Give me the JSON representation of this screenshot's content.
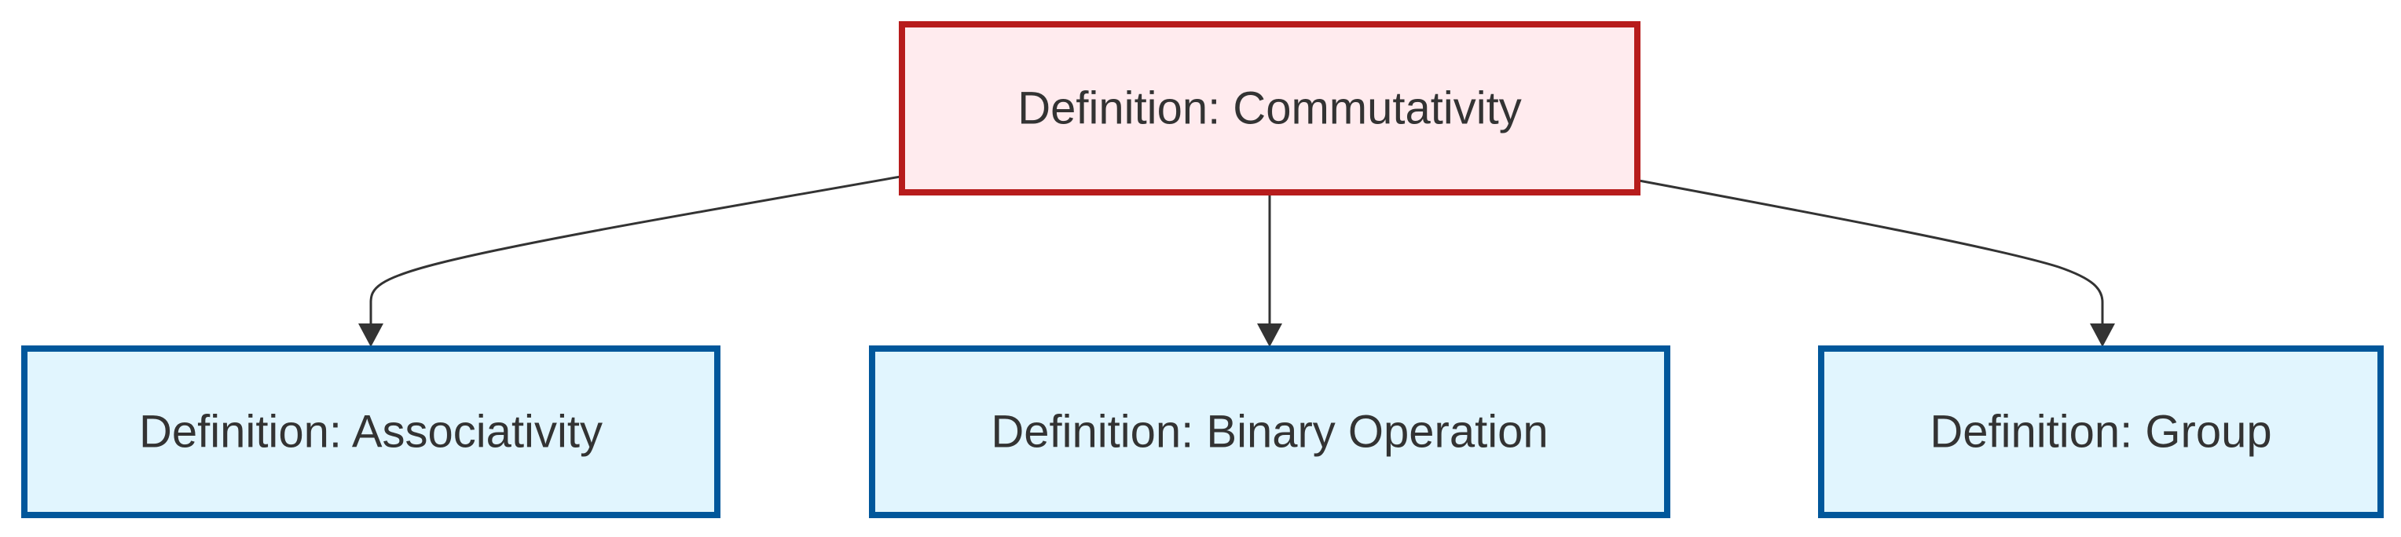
{
  "colors": {
    "root_fill": "#ffebee",
    "root_stroke": "#b71c1c",
    "child_fill": "#e1f5fe",
    "child_stroke": "#01579b",
    "edge": "#333333",
    "text": "#333333"
  },
  "nodes": {
    "commutativity": {
      "label": "Definition: Commutativity"
    },
    "associativity": {
      "label": "Definition: Associativity"
    },
    "binary_operation": {
      "label": "Definition: Binary Operation"
    },
    "group": {
      "label": "Definition: Group"
    }
  },
  "edges": [
    {
      "from": "commutativity",
      "to": "associativity"
    },
    {
      "from": "commutativity",
      "to": "binary_operation"
    },
    {
      "from": "commutativity",
      "to": "group"
    }
  ]
}
